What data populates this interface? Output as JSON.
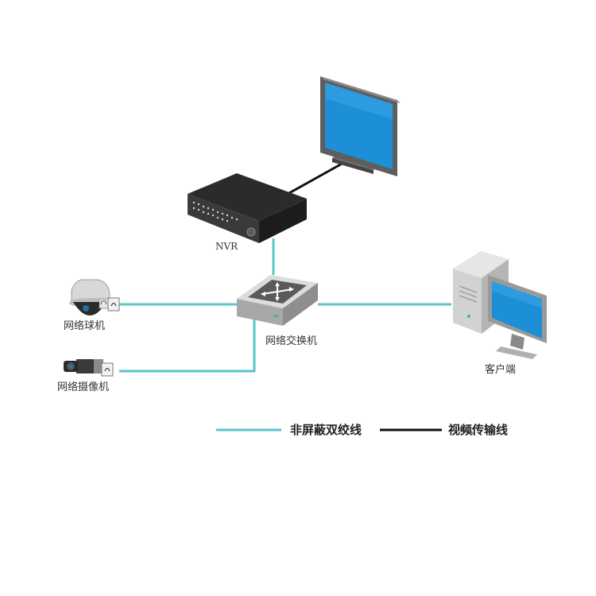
{
  "nodes": {
    "nvr": {
      "label": "NVR"
    },
    "switch": {
      "label": "网络交换机"
    },
    "dome_camera": {
      "label": "网络球机"
    },
    "bullet_camera": {
      "label": "网络摄像机"
    },
    "client": {
      "label": "客户端"
    },
    "monitor": {
      "label": ""
    }
  },
  "legend": {
    "items": [
      {
        "label": "非屏蔽双绞线",
        "color": "#5bc4c9"
      },
      {
        "label": "视频传输线",
        "color": "#111111"
      }
    ]
  },
  "colors": {
    "network_cable": "#5bc4c9",
    "video_cable": "#111111",
    "screen_blue": "#1c8fd6"
  },
  "icons": {
    "monitor": "monitor-icon",
    "nvr": "nvr-recorder-icon",
    "switch": "network-switch-icon",
    "dome_camera": "dome-camera-icon",
    "bullet_camera": "bullet-camera-icon",
    "client": "desktop-pc-icon",
    "ethernet_port": "ethernet-port-icon"
  }
}
